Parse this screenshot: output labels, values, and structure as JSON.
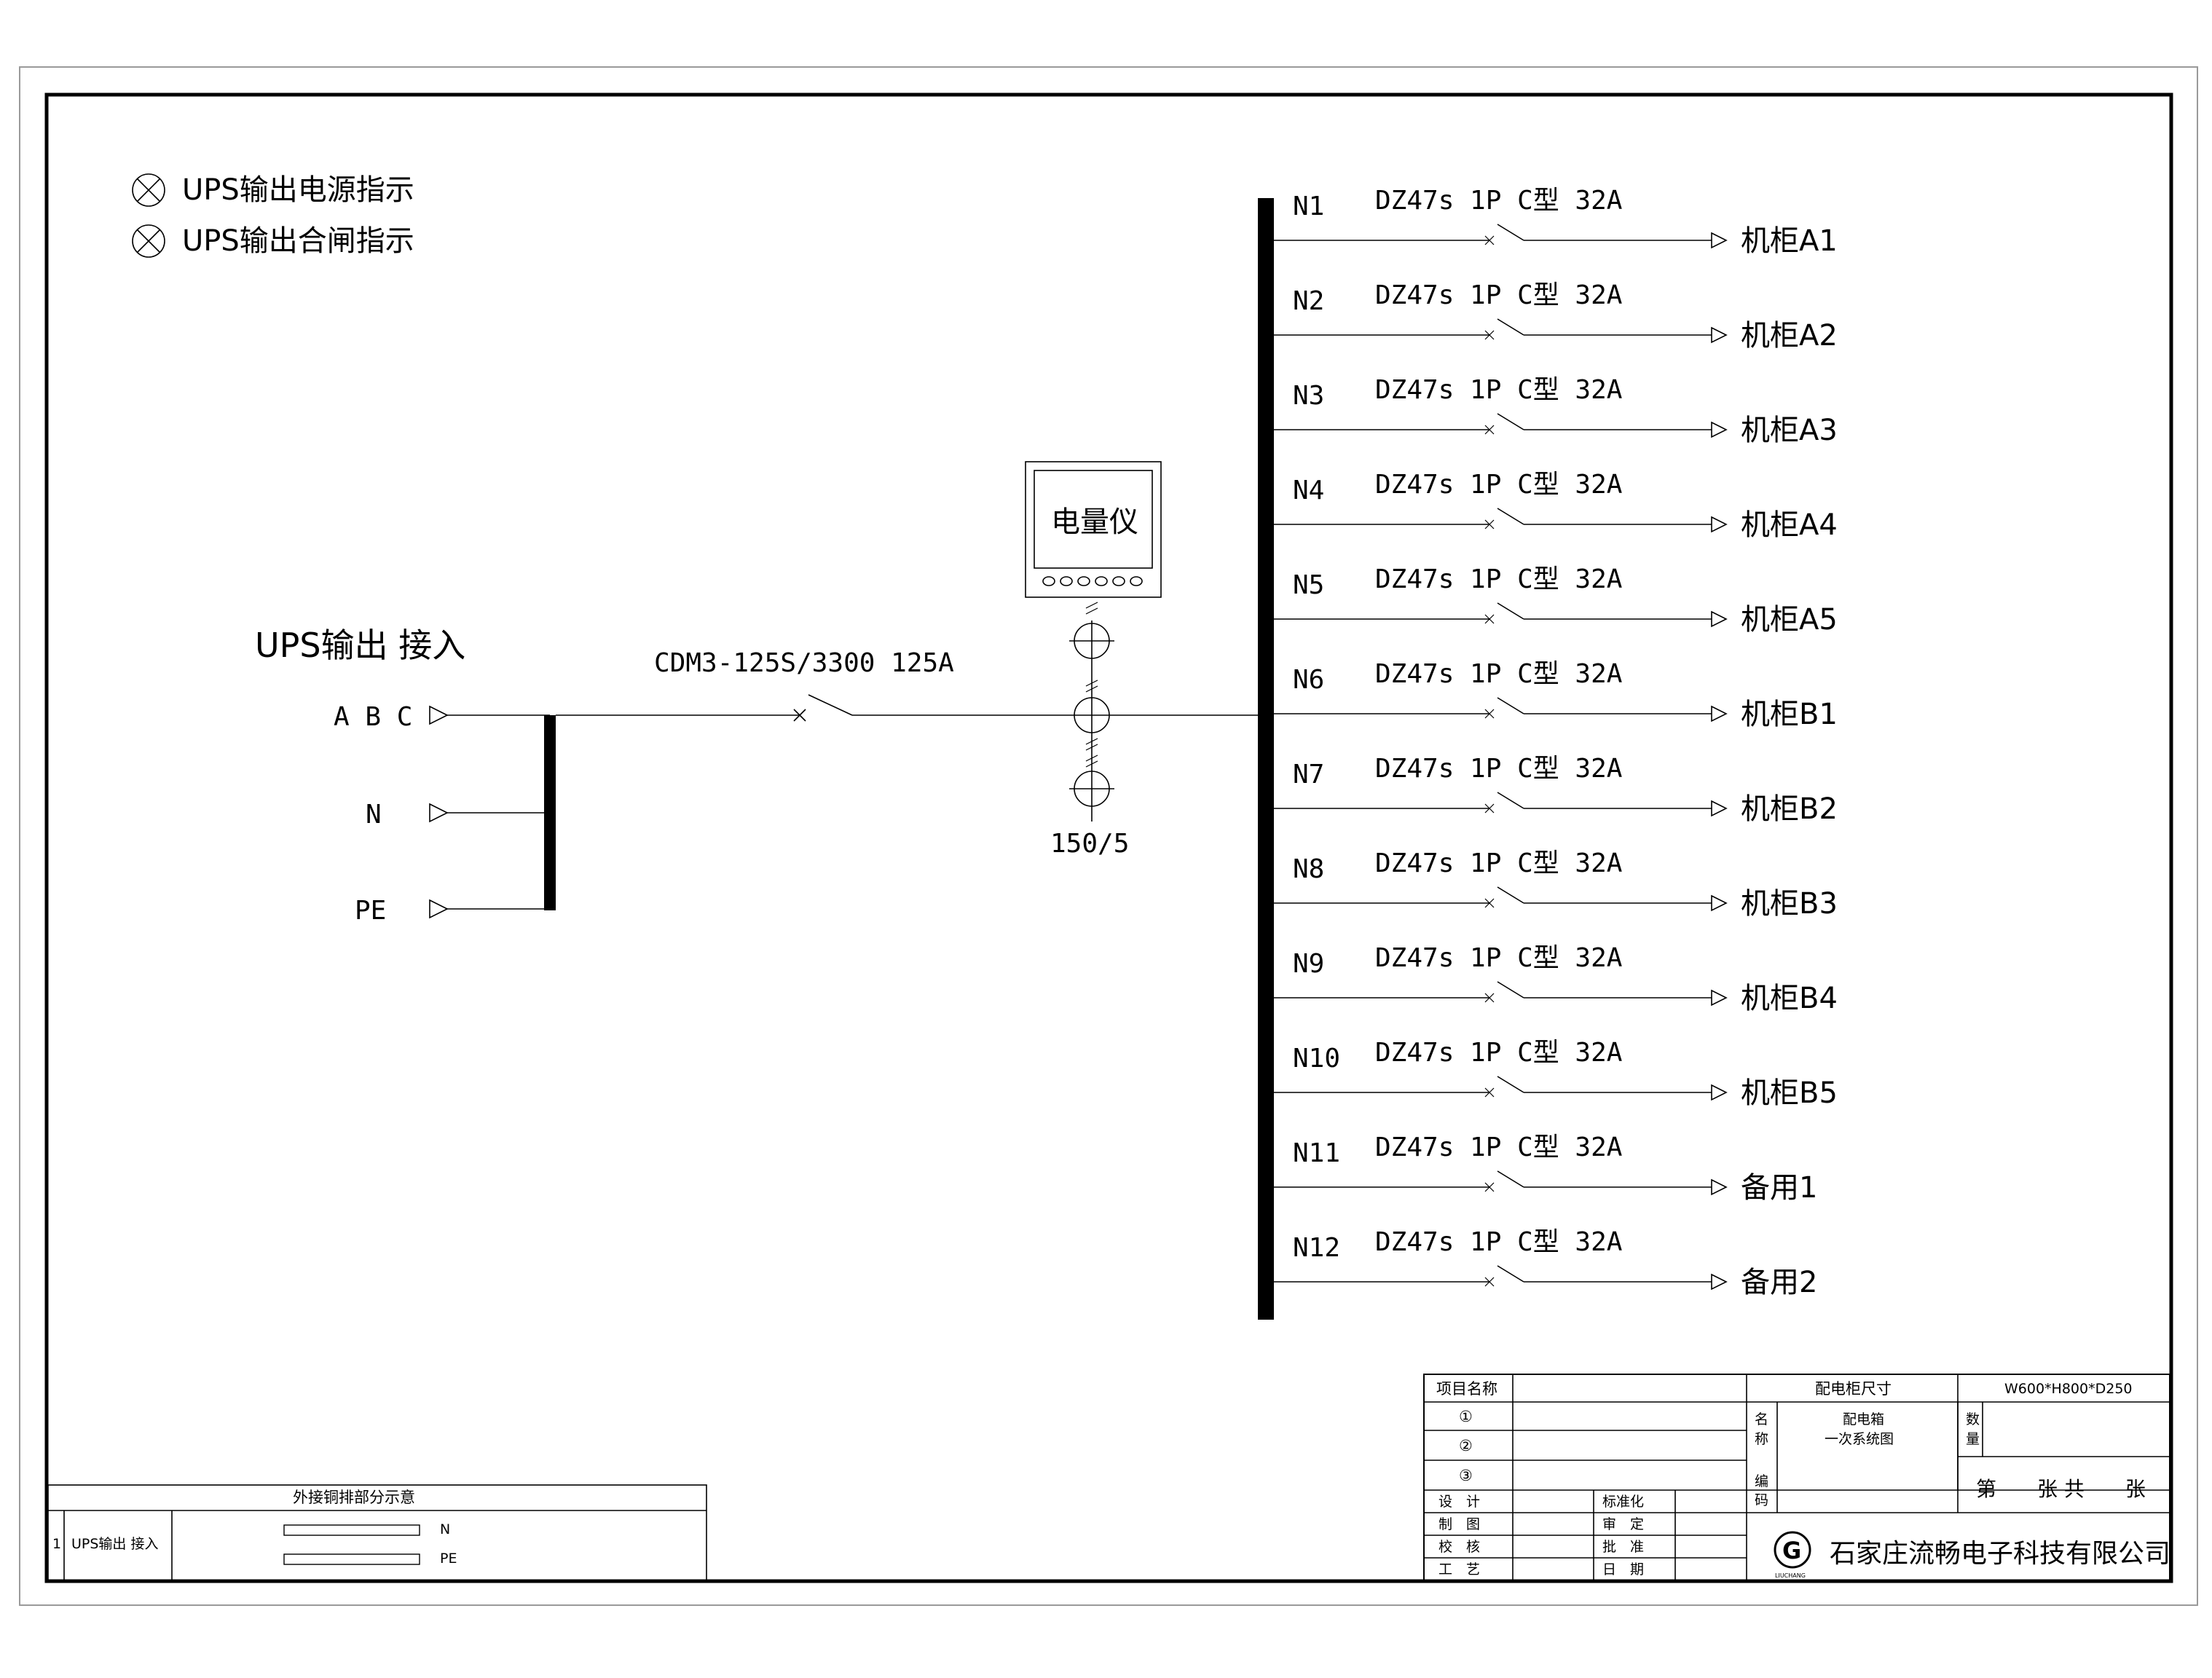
{
  "legend": [
    {
      "symbol": "lamp-icon",
      "label": "UPS输出电源指示"
    },
    {
      "symbol": "lamp-icon",
      "label": "UPS输出合闸指示"
    }
  ],
  "incoming": {
    "title": "UPS输出 接入",
    "terminals": [
      "A B C",
      "N",
      "PE"
    ]
  },
  "main_breaker": {
    "label": "CDM3-125S/3300 125A"
  },
  "meter": {
    "label": "电量仪"
  },
  "ct": {
    "label": "150/5"
  },
  "branches": [
    {
      "id": "N1",
      "spec": "DZ47s 1P C型 32A",
      "load": "机柜A1"
    },
    {
      "id": "N2",
      "spec": "DZ47s 1P C型 32A",
      "load": "机柜A2"
    },
    {
      "id": "N3",
      "spec": "DZ47s 1P C型 32A",
      "load": "机柜A3"
    },
    {
      "id": "N4",
      "spec": "DZ47s 1P C型 32A",
      "load": "机柜A4"
    },
    {
      "id": "N5",
      "spec": "DZ47s 1P C型 32A",
      "load": "机柜A5"
    },
    {
      "id": "N6",
      "spec": "DZ47s 1P C型 32A",
      "load": "机柜B1"
    },
    {
      "id": "N7",
      "spec": "DZ47s 1P C型 32A",
      "load": "机柜B2"
    },
    {
      "id": "N8",
      "spec": "DZ47s 1P C型 32A",
      "load": "机柜B3"
    },
    {
      "id": "N9",
      "spec": "DZ47s 1P C型 32A",
      "load": "机柜B4"
    },
    {
      "id": "N10",
      "spec": "DZ47s 1P C型 32A",
      "load": "机柜B5"
    },
    {
      "id": "N11",
      "spec": "DZ47s 1P C型 32A",
      "load": "备用1"
    },
    {
      "id": "N12",
      "spec": "DZ47s 1P C型 32A",
      "load": "备用2"
    }
  ],
  "busbar_table": {
    "title": "外接铜排部分示意",
    "row_no": "1",
    "row_label": "UPS输出 接入",
    "bars": [
      "N",
      "PE"
    ]
  },
  "title_block": {
    "project_name_label": "项目名称",
    "items": [
      "①",
      "②",
      "③"
    ],
    "size_label": "配电柜尺寸",
    "size_value": "W600*H800*D250",
    "name_label": "名称",
    "name_value_1": "配电箱",
    "name_value_2": "一次系统图",
    "qty_label": "数量",
    "code_label": "编码",
    "sheet_text": "第　　张 共　　张",
    "roles": [
      "设　计",
      "制　图",
      "校　核",
      "工　艺"
    ],
    "approvals": [
      "标准化",
      "审　定",
      "批　准",
      "日　期"
    ],
    "logo_letter": "G",
    "logo_sub": "LIUCHANG",
    "company": "石家庄流畅电子科技有限公司"
  }
}
